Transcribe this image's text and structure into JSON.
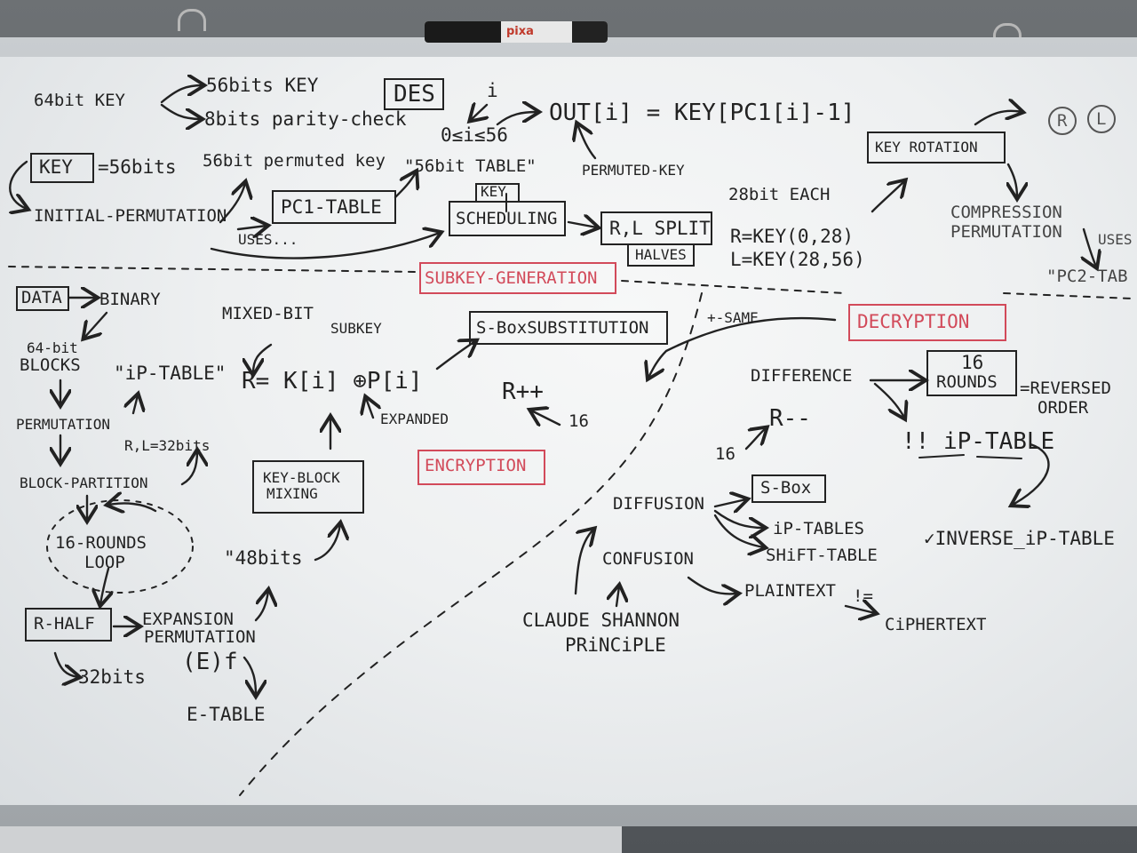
{
  "board": {
    "marker_brand": "pixa",
    "top": {
      "key64": "64bit KEY",
      "key56": "56bits KEY",
      "parity": "8bits parity-check",
      "des": "DES",
      "i_label": "i",
      "range": "0≤i≤56",
      "out_formula": "OUT[i] = KEY[PC1[i]-1]",
      "permuted_key": "PERMUTED-KEY",
      "key_eq": "=56bits",
      "key_word": "KEY",
      "perm_key56": "56bit permuted key",
      "table56": "\"56bit TABLE\"",
      "initial_perm": "INITIAL-PERMUTATION",
      "uses": "USES...",
      "pc1_table": "PC1-TABLE",
      "key_top": "KEY",
      "scheduling": "SCHEDULING",
      "rl_split": "R,L SPLIT",
      "halves": "HALVES",
      "bit28_each": "28bit EACH",
      "r_key": "R=KEY(0,28)",
      "l_key": "L=KEY(28,56)",
      "key_rotation": "KEY ROTATION",
      "rot_r": "R",
      "rot_l": "L",
      "compression": "COMPRESSION",
      "permutation": "PERMUTATION",
      "uses2": "USES",
      "pc2_table": "\"PC2-TAB",
      "subkey_generation": "SUBKEY-GENERATION"
    },
    "left": {
      "data": "DATA",
      "binary": "BINARY",
      "blocks64_a": "64-bit",
      "blocks64_b": "BLOCKS",
      "ip_table": "\"iP-TABLE\"",
      "permutation": "PERMUTATION",
      "rl32": "R,L=32bits",
      "block_partition": "BLOCK-PARTITION",
      "rounds_a": "16-ROUNDS",
      "rounds_b": "LOOP",
      "r_half": "R-HALF",
      "bits32": "32bits",
      "expansion_a": "EXPANSION",
      "expansion_b": "PERMUTATION",
      "e_f": "(E)f",
      "e_table": "E-TABLE",
      "mixed_bit": "MIXED-BIT",
      "subkey": "SUBKEY",
      "formula": "R= K[i] ⊕P[i]",
      "expanded": "EXPANDED",
      "key_block_a": "KEY-BLOCK",
      "key_block_b": "MIXING",
      "bits48": "\"48bits",
      "sbox_sub": "S-BoxSUBSTITUTION",
      "r_pp": "R++",
      "sixteen": "16",
      "encryption": "ENCRYPTION"
    },
    "right": {
      "same": "+-SAME",
      "decryption": "DECRYPTION",
      "difference": "DIFFERENCE",
      "rounds16_a": "16",
      "rounds16_b": "ROUNDS",
      "reversed_a": "=REVERSED",
      "reversed_b": "ORDER",
      "r_mm": "R--",
      "sixteen": "16",
      "not_ip": "!! iP-TABLE",
      "inverse_ip": "✓INVERSE_iP-TABLE",
      "diffusion": "DIFFUSION",
      "sbox": "S-Box",
      "ip_tables": "iP-TABLES",
      "shift_table": "SHiFT-TABLE",
      "confusion": "CONFUSION",
      "plaintext": "PLAINTEXT",
      "neq": "!=",
      "ciphertext": "CiPHERTEXT",
      "claude": "CLAUDE  SHANNON",
      "principle": "PRiNCiPLE"
    }
  }
}
